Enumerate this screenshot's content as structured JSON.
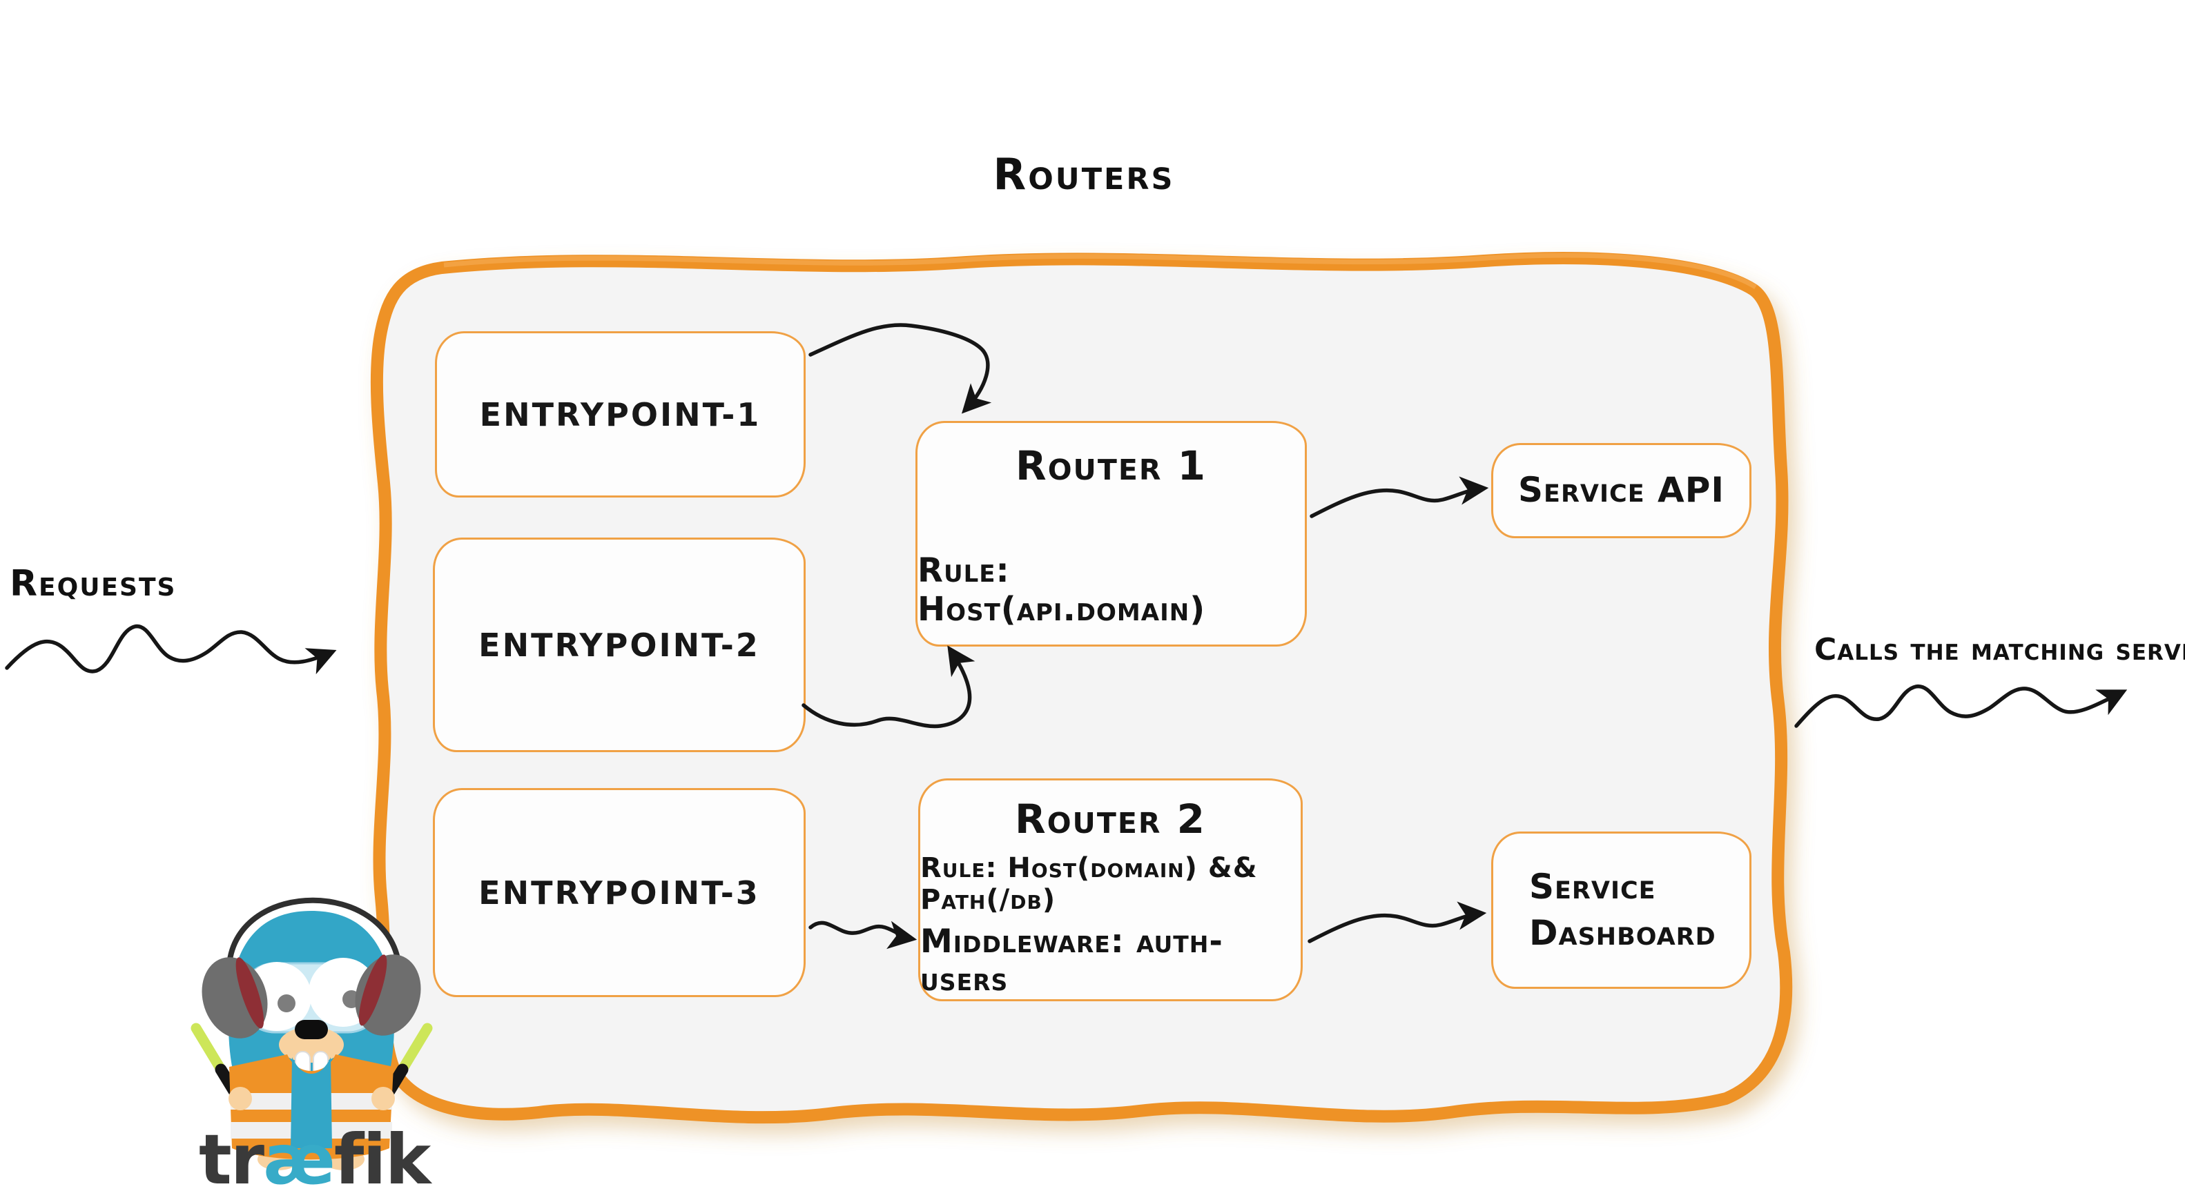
{
  "title": "Routers",
  "labels": {
    "requests": "Requests",
    "calls": "Calls the matching server"
  },
  "entrypoints": [
    {
      "label": "entrypoint-1"
    },
    {
      "label": "entrypoint-2"
    },
    {
      "label": "entrypoint-3"
    }
  ],
  "routers": [
    {
      "title": "Router 1",
      "rule": "Rule: Host(api.domain)"
    },
    {
      "title": "Router 2",
      "rule": "Rule: Host(domain) && Path(/db)",
      "middleware": "Middleware: auth-users"
    }
  ],
  "services": [
    {
      "label": "Service API"
    },
    {
      "label": "Service Dashboard"
    }
  ],
  "logo": {
    "mascot": "traefik-gopher",
    "wordmark_pre": "tr",
    "wordmark_mid": "æ",
    "wordmark_post": "fik"
  },
  "colors": {
    "accent_orange": "#ee9227",
    "box_border_orange": "#f0a145",
    "container_fill": "#f4f4f4",
    "box_fill": "#fdfdfd",
    "arrow_black": "#161616",
    "brand_blue": "#37abc8",
    "vest_orange": "#ef9226",
    "wand_green": "#cde659",
    "text": "#141414"
  }
}
